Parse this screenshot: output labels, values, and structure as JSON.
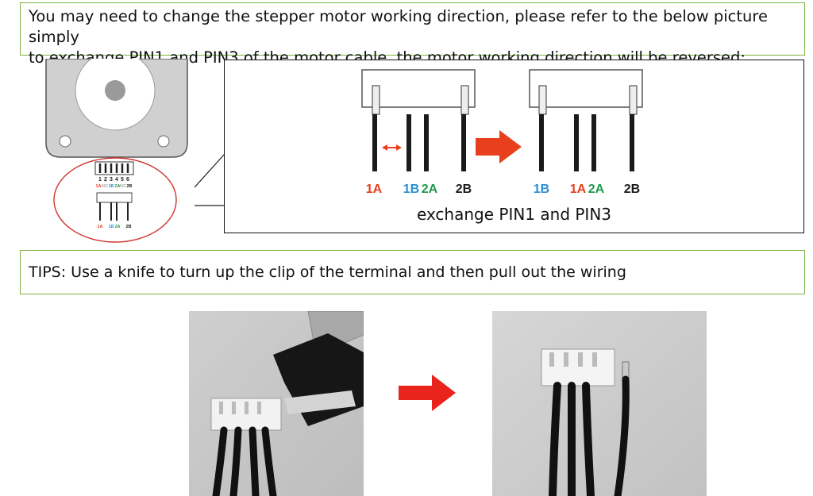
{
  "top_note": {
    "line1": "You may need to change the stepper motor working direction, please refer to the below picture simply",
    "line2": "to exchange PIN1 and PIN3 of the motor cable, the motor working direction will be reversed:"
  },
  "motor_figure": {
    "pin_numbers": [
      "1",
      "2",
      "3",
      "4",
      "5",
      "6"
    ],
    "connector_labels": [
      "1A",
      "NC",
      "1B",
      "2A",
      "NC",
      "2B"
    ],
    "cable_labels": [
      "1A",
      "1B",
      "2A",
      "2B"
    ]
  },
  "pin_diagram": {
    "before_labels": [
      "1A",
      "1B",
      "2A",
      "2B"
    ],
    "after_labels": [
      "1B",
      "1A",
      "2A",
      "2B"
    ],
    "caption": "exchange PIN1 and PIN3"
  },
  "tips_note": {
    "prefix": "TIPS:",
    "text": " Use a knife to turn up the clip of the terminal and then pull out the wiring"
  },
  "colors": {
    "red": "#e8401c",
    "blue": "#2a8fd6",
    "green": "#1f9b4f",
    "dark": "#1a1a1a",
    "frame_green": "#7cb342"
  }
}
